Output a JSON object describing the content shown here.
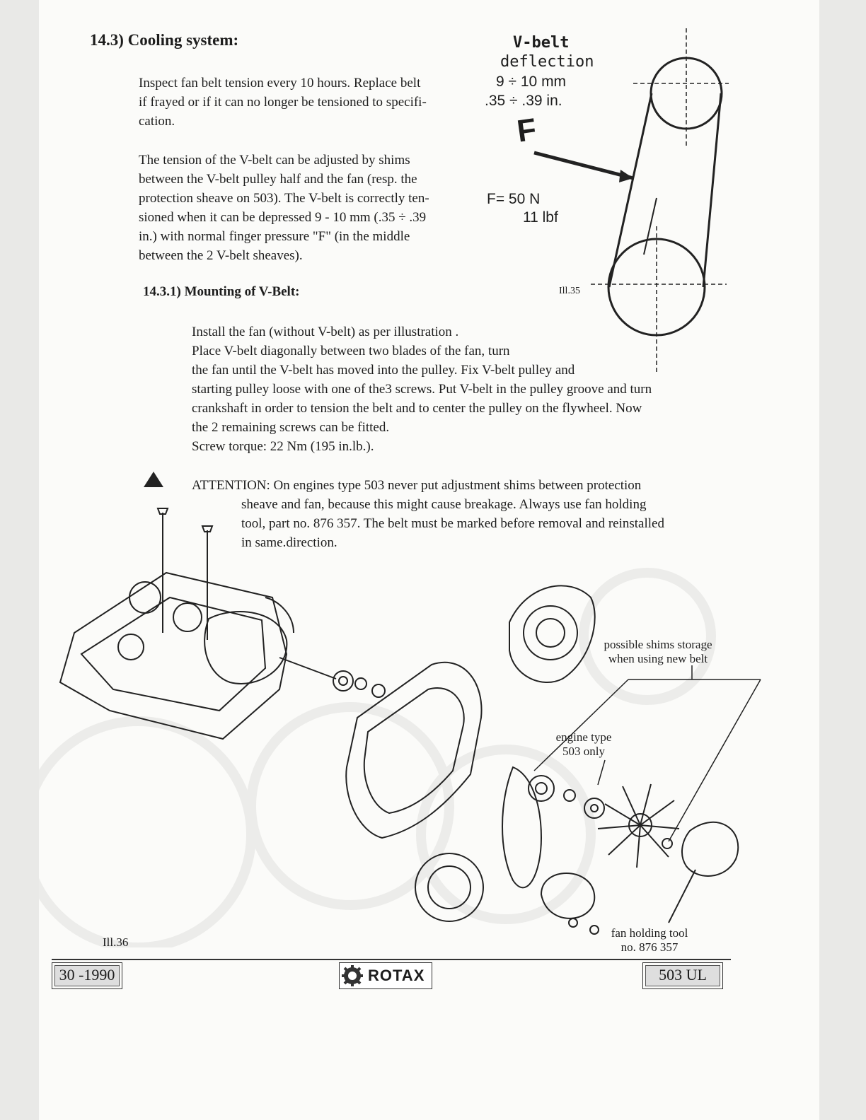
{
  "section": {
    "title": "14.3) Cooling system:",
    "para1": [
      "Inspect fan belt tension every 10 hours. Replace belt",
      "if frayed or if it can no longer be tensioned to specifi-",
      "cation."
    ],
    "para2": [
      "The tension of the V-belt can be adjusted by shims",
      "between  the V-belt pulley half and the fan (resp. the",
      "protection sheave on 503). The V-belt is correctly ten-",
      "sioned when it can be depressed 9 - 10 mm (.35 ÷ .39",
      "in.) with normal finger pressure \"F\" (in the middle",
      "between the  2 V-belt sheaves)."
    ]
  },
  "belt_figure": {
    "heading1": "V-belt",
    "heading2": "deflection",
    "mm": "9  ÷  10   mm",
    "inch": ".35  ÷  .39  in.",
    "force_label": "F",
    "force_n": "F=  50  N",
    "force_lbf": "11  lbf",
    "caption": "Ill.35"
  },
  "subsection": {
    "title": "14.3.1) Mounting of V-Belt:",
    "lines": [
      "Install the fan (without V-belt) as per illustration .",
      "Place V-belt diagonally between two blades of the fan, turn",
      "the fan until the V-belt has moved into the pulley. Fix V-belt pulley and",
      "starting pulley loose with one of the3 screws. Put V-belt in the pulley groove and turn",
      "crankshaft in order to tension the belt and to center the pulley on the flywheel.  Now",
      "the 2 remaining screws can be fitted.",
      "Screw torque: 22 Nm (195 in.lb.)."
    ]
  },
  "attention": {
    "icon": "warning-triangle-icon",
    "first_line": "ATTENTION: On engines type 503 never put adjustment shims between protection",
    "lines": [
      "sheave and fan, because this might cause breakage. Always use fan holding",
      "tool, part no. 876 357.  The belt must be marked before removal and reinstalled",
      "in same.direction."
    ]
  },
  "exploded_figure": {
    "callout_shims": [
      "possible shims storage",
      "when using new belt"
    ],
    "callout_engine": [
      "engine type",
      "503 only"
    ],
    "callout_tool": [
      "fan holding tool",
      "no. 876 357"
    ],
    "caption": "Ill.36"
  },
  "footer": {
    "left": "30 -1990",
    "brand": "ROTAX",
    "right": "503 UL"
  }
}
